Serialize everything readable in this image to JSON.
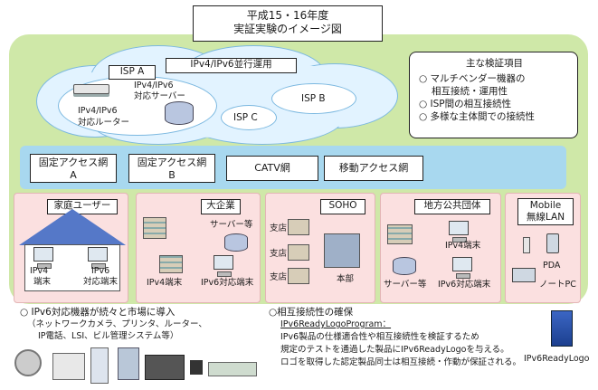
{
  "title": {
    "line1": "平成15・16年度",
    "line2": "実証実験のイメージ図"
  },
  "cloud": {
    "isp_a": "ISP A",
    "isp_b": "ISP B",
    "isp_c": "ISP C",
    "parallel": "IPv4/IPv6並行運用",
    "router": [
      "IPv4/IPv6",
      "対応ルーター"
    ],
    "server": [
      "IPv4/IPv6",
      "対応サーバー"
    ]
  },
  "verification": {
    "title": "主な検証項目",
    "items": [
      "マルチベンダー機器の",
      "相互接続・運用性",
      "ISP間の相互接続性",
      "多様な主体間での接続性"
    ],
    "bullet": "○"
  },
  "access": [
    [
      "固定アクセス網",
      "A"
    ],
    [
      "固定アクセス網",
      "B"
    ],
    [
      "CATV網",
      ""
    ],
    [
      "移動アクセス網",
      ""
    ]
  ],
  "panels": {
    "home": {
      "title": "家庭ユーザー",
      "pc1": [
        "IPv4",
        "端末"
      ],
      "pc2": [
        "IPv6",
        "対応端末"
      ]
    },
    "enterprise": {
      "title": "大企業",
      "server": "サーバー等",
      "term1": "IPv4端末",
      "term2": "IPv6対応端末"
    },
    "soho": {
      "title": "SOHO",
      "branch1": "支店",
      "branch2": "支店",
      "branch3": "支店",
      "hq": "本部"
    },
    "local_gov": {
      "title": "地方公共団体",
      "term1": "IPv4端末",
      "server": "サーバー等",
      "term2": "IPv6対応端末"
    },
    "mobile": {
      "title": [
        "Mobile",
        "無線LAN"
      ],
      "pda": "PDA",
      "notepc": "ノートPC"
    }
  },
  "bottom_left": {
    "heading": "○ IPv6対応機器が続々と市場に導入",
    "sub1": "（ネットワークカメラ、プリンタ、ルーター、",
    "sub2": "IP電話、LSI、ビル管理システム等）"
  },
  "bottom_right": {
    "heading": "○相互接続性の確保",
    "program": "IPv6ReadyLogoProgram：",
    "line1": "IPv6製品の仕様適合性や相互接続性を検証するため",
    "line2": "規定のテストを通過した製品にIPv6ReadyLogoを与える。",
    "line3": "ロゴを取得した認定製品同士は相互接続・作動が保証される。",
    "logo_label": "IPv6ReadyLogo"
  }
}
